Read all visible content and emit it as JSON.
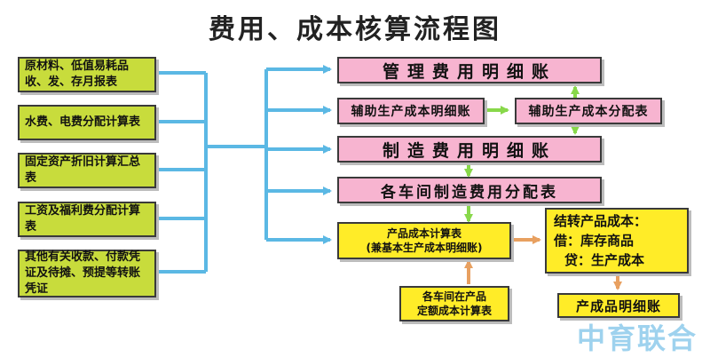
{
  "title": "费用、成本核算流程图",
  "inputs": [
    "原材料、低值易耗品收、发、存月报表",
    "水费、电费分配计算表",
    "固定资产折旧计算汇总表",
    "工资及福利费分配计算表",
    "其他有关收款、付款凭证及待摊、预提等转账凭证"
  ],
  "ledgers": {
    "management": "管理费用明细账",
    "aux_ledger": "辅助生产成本明细账",
    "aux_allocation": "辅助生产成本分配表",
    "manufacturing": "制造费用明细账",
    "workshop_allocation": "各车间制造费用分配表"
  },
  "product_cost": {
    "line1": "产品成本计算表",
    "line2": "(兼基本生产成本明细账)"
  },
  "quota": {
    "line1": "各车间在产品",
    "line2": "定额成本计算表"
  },
  "transfer": {
    "line1": "结转产品成本：",
    "line2": "借：库存商品",
    "line3": "贷：生产成本"
  },
  "finished_ledger": "产成品明细账",
  "watermark": "中育联合",
  "colors": {
    "input_box": "#c8dc3c",
    "ledger_box": "#f7b4d0",
    "product_box": "#ffec28",
    "blue_arrow": "#5bb8e4",
    "green_arrow": "#88d84a",
    "orange_arrow": "#e8a060"
  }
}
